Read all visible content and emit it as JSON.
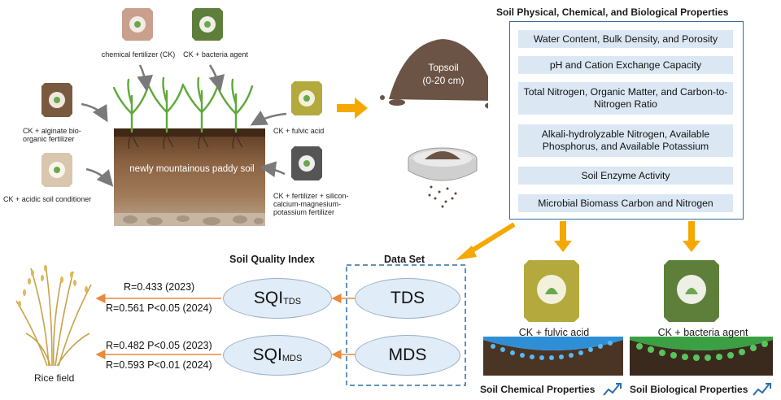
{
  "header": {
    "properties_title": "Soil Physical, Chemical, and Biological Properties"
  },
  "treatments": {
    "ck": "chemical fertilizer (CK)",
    "bacteria": "CK + bacteria agent",
    "alginate": "CK + alginate bio-organic fertilizer",
    "fulvic": "CK + fulvic acid",
    "acidic": "CK + acidic soil conditioner",
    "silicon": "CK + fertilizer + silicon-calcium-magnesium-potassium fertilizer"
  },
  "soil": {
    "label": "newly mountainous paddy soil",
    "topsoil_label": "Topsoil",
    "topsoil_depth": "(0-20 cm)"
  },
  "properties": [
    "Water Content, Bulk Density, and Porosity",
    "pH and Cation Exchange Capacity",
    "Total Nitrogen, Organic Matter, and Carbon-to-Nitrogen Ratio",
    "Alkali-hydrolyzable Nitrogen, Available Phosphorus, and Available Potassium",
    "Soil Enzyme Activity",
    "Microbial Biomass Carbon and Nitrogen"
  ],
  "analysis": {
    "sqi_title": "Soil Quality Index",
    "dataset_title": "Data Set",
    "tds": "TDS",
    "mds": "MDS",
    "sqi_main": "SQI",
    "sqi_tds_sub": "TDS",
    "sqi_mds_sub": "MDS",
    "r_tds_2023": "R=0.433 (2023)",
    "r_tds_2024": "R=0.561 P<0.05 (2024)",
    "r_mds_2023": "R=0.482 P<0.05 (2023)",
    "r_mds_2024": "R=0.593 P<0.01 (2024)",
    "rice_label": "Rice field"
  },
  "results": {
    "fulvic_label": "CK + fulvic acid",
    "bacteria_label": "CK + bacteria agent",
    "chemical_props": "Soil Chemical Properties",
    "biological_props": "Soil Biological Properties"
  },
  "colors": {
    "arrow_orange": "#f5a800",
    "box_border": "#2f6f9f",
    "item_fill": "#dbe8f4",
    "ellipse_fill": "#e0ecf7",
    "dashed_border": "#2f6f9f"
  }
}
